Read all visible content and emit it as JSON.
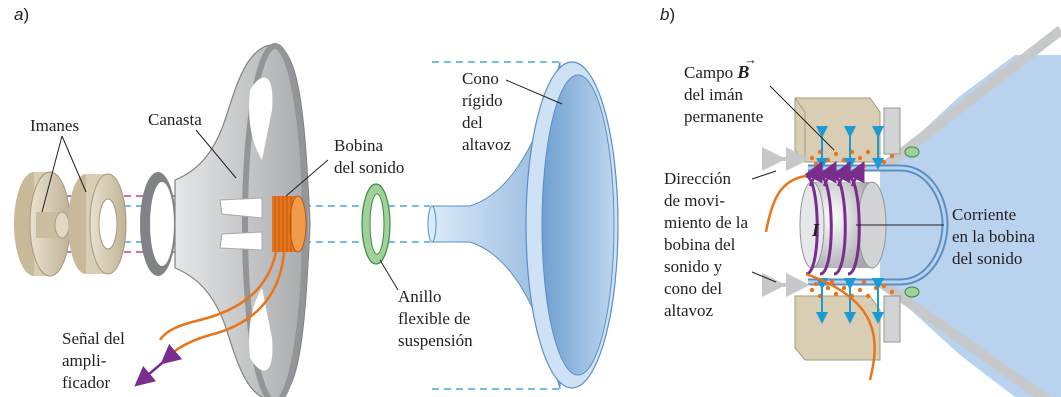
{
  "panel_a": {
    "tag": "a",
    "labels": {
      "imanes": "Imanes",
      "canasta": "Canasta",
      "bobina": [
        "Bobina",
        "del sonido"
      ],
      "cono": [
        "Cono",
        "rígido",
        "del",
        "altavoz"
      ],
      "anillo": [
        "Anillo",
        "flexible de",
        "suspensión"
      ],
      "senal": [
        "Señal del",
        "ampli-",
        "ficador"
      ]
    }
  },
  "panel_b": {
    "tag": "b",
    "labels": {
      "campo_pre": "Campo",
      "campo_sym": "B",
      "campo_rest": [
        "del imán",
        "permanente"
      ],
      "direccion": [
        "Dirección",
        "de movi-",
        "miento de la",
        "bobina del",
        "sonido y",
        "cono del",
        "altavoz"
      ],
      "corriente_sym": "I",
      "corriente": [
        "Corriente",
        "en la bobina",
        "del sonido"
      ]
    }
  },
  "colors": {
    "magnet": "#d9cdb4",
    "basket": "#cfd0d2",
    "coil": "#e8751a",
    "cone": "#b9d3ee",
    "ring": "#9fd19b",
    "arrow_purple": "#7b2d8e",
    "field_blue": "#1a9ad6",
    "dashed_blue": "#4aa8d8",
    "dashed_magenta": "#d23a8e"
  }
}
